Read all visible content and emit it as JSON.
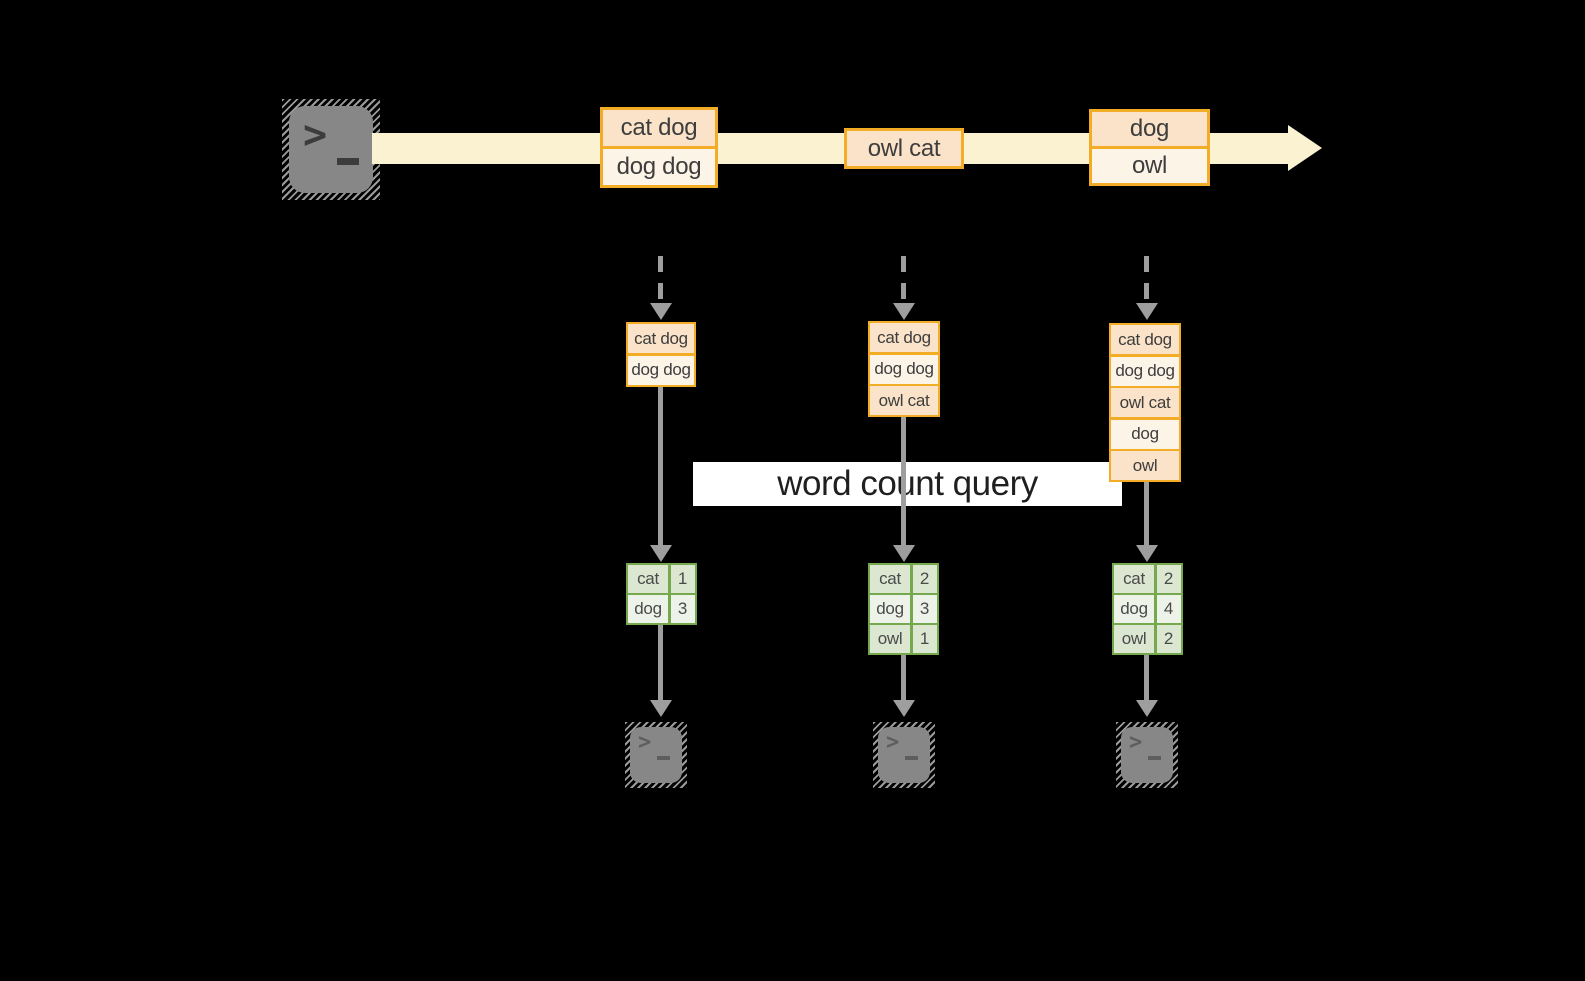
{
  "query_label": "word count query",
  "colors": {
    "amber_border": "#F2AC25",
    "peach_fill": "#FAE3C8",
    "cream_fill": "#FDF4E8",
    "stream_yellow": "#FBF2D1",
    "green_border": "#76A94E",
    "sage_fill": "#DCE7D2",
    "sage_light_fill": "#EEF3EA",
    "arrow_gray": "#9E9E9E",
    "terminal_gray": "#878787",
    "band_bg": "#FFFFFF"
  },
  "icons": {
    "source": "terminal-icon",
    "sinks": [
      "terminal-icon",
      "terminal-icon",
      "terminal-icon"
    ]
  },
  "stream": {
    "events": [
      {
        "lines": [
          "cat dog",
          "dog dog"
        ]
      },
      {
        "lines": [
          "owl cat"
        ]
      },
      {
        "lines": [
          "dog",
          "owl"
        ]
      }
    ]
  },
  "stages": [
    {
      "buffer": [
        "cat dog",
        "dog dog"
      ],
      "counts": [
        {
          "word": "cat",
          "count": "1"
        },
        {
          "word": "dog",
          "count": "3"
        }
      ]
    },
    {
      "buffer": [
        "cat dog",
        "dog dog",
        "owl cat"
      ],
      "counts": [
        {
          "word": "cat",
          "count": "2"
        },
        {
          "word": "dog",
          "count": "3"
        },
        {
          "word": "owl",
          "count": "1"
        }
      ]
    },
    {
      "buffer": [
        "cat dog",
        "dog dog",
        "owl cat",
        "dog",
        "owl"
      ],
      "counts": [
        {
          "word": "cat",
          "count": "2"
        },
        {
          "word": "dog",
          "count": "4"
        },
        {
          "word": "owl",
          "count": "2"
        }
      ]
    }
  ]
}
